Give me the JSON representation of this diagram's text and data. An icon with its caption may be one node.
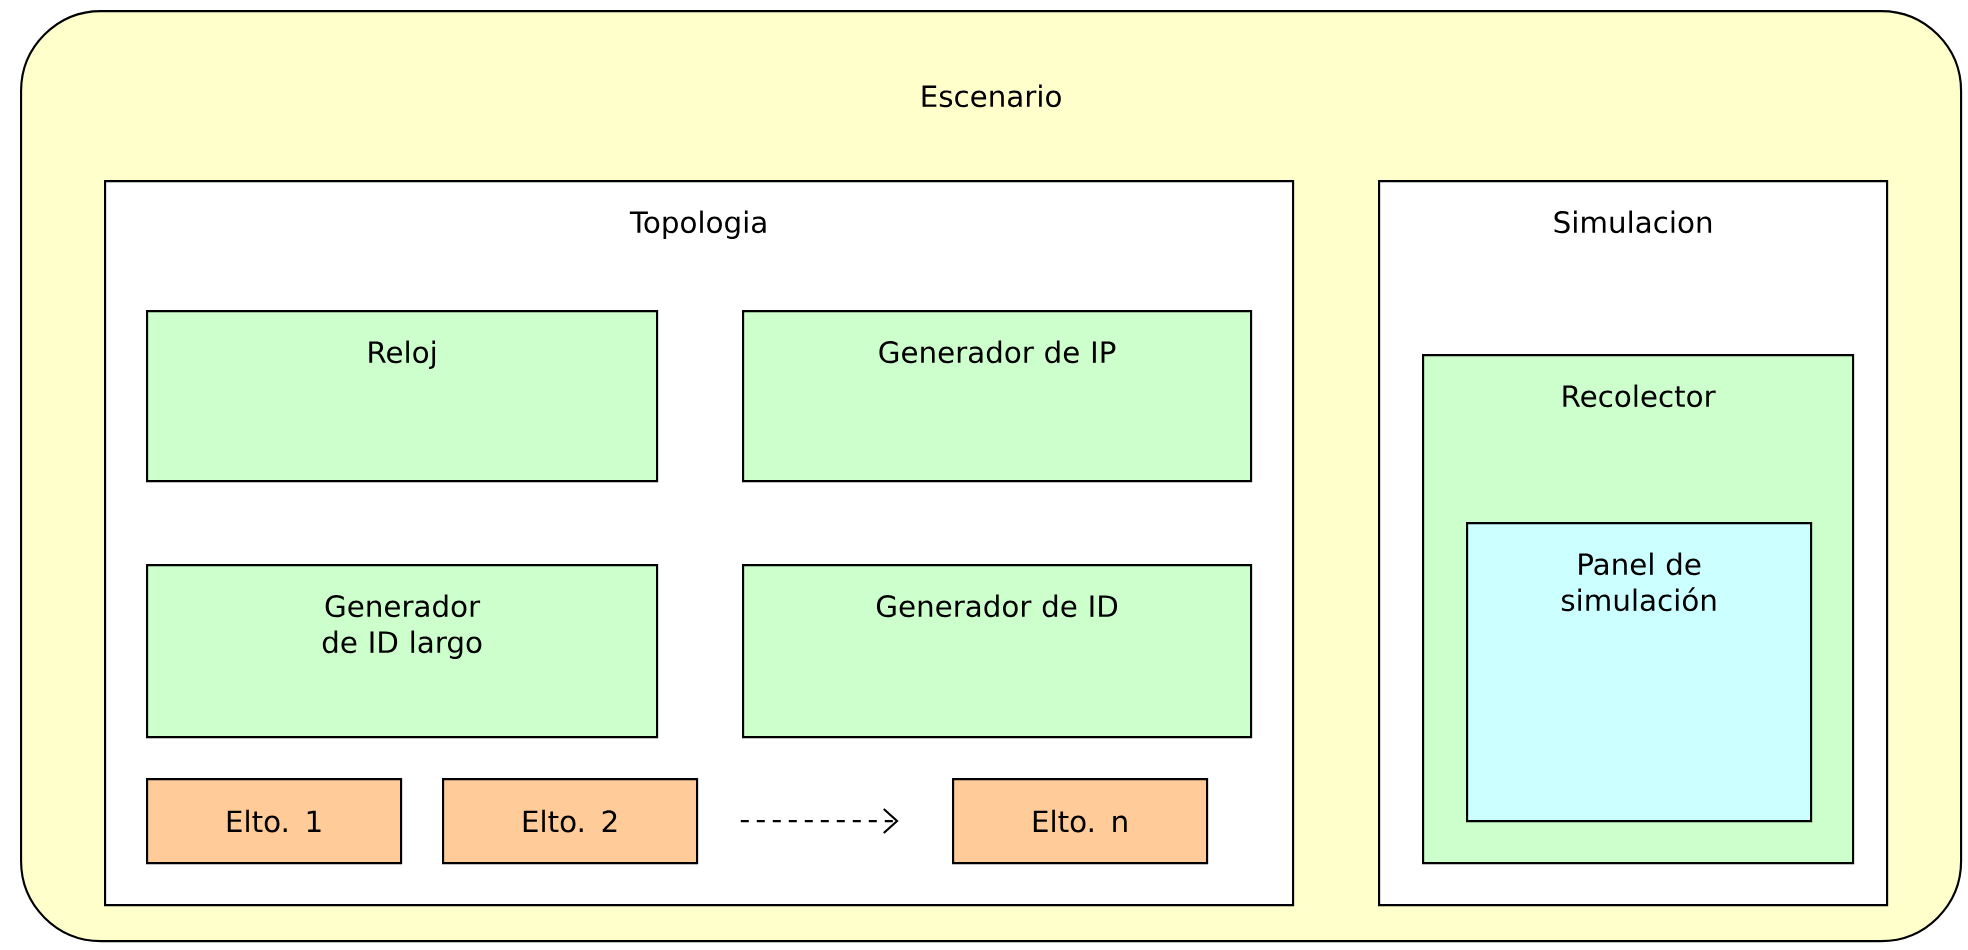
{
  "diagram": {
    "nodes": [
      {
        "text": [
          "Escenario"
        ]
      },
      {
        "text": [
          "Topologia"
        ],
        "in": 0
      },
      {
        "text": [
          "Simulacion"
        ],
        "in": 0
      },
      {
        "text": [
          "Reloj"
        ],
        "in": 1
      },
      {
        "text": [
          "Generador de IP"
        ],
        "in": 1
      },
      {
        "text": [
          "Generador de ID largo"
        ],
        "in": 1
      },
      {
        "text": [
          "Generador de ID"
        ],
        "in": 1
      },
      {
        "text": [
          "Elto. 1"
        ],
        "in": 1
      },
      {
        "text": [
          "Elto. 2"
        ],
        "in": 1
      },
      {
        "text": [
          "Elto. n"
        ],
        "in": 1
      },
      {
        "text": [
          "Recolector"
        ],
        "in": 2
      },
      {
        "text": [
          "Panel de simulación"
        ],
        "in": 10
      }
    ],
    "edges": [
      {
        "from": 8,
        "to": 9,
        "arrow": "to",
        "style": "dashed"
      }
    ]
  }
}
